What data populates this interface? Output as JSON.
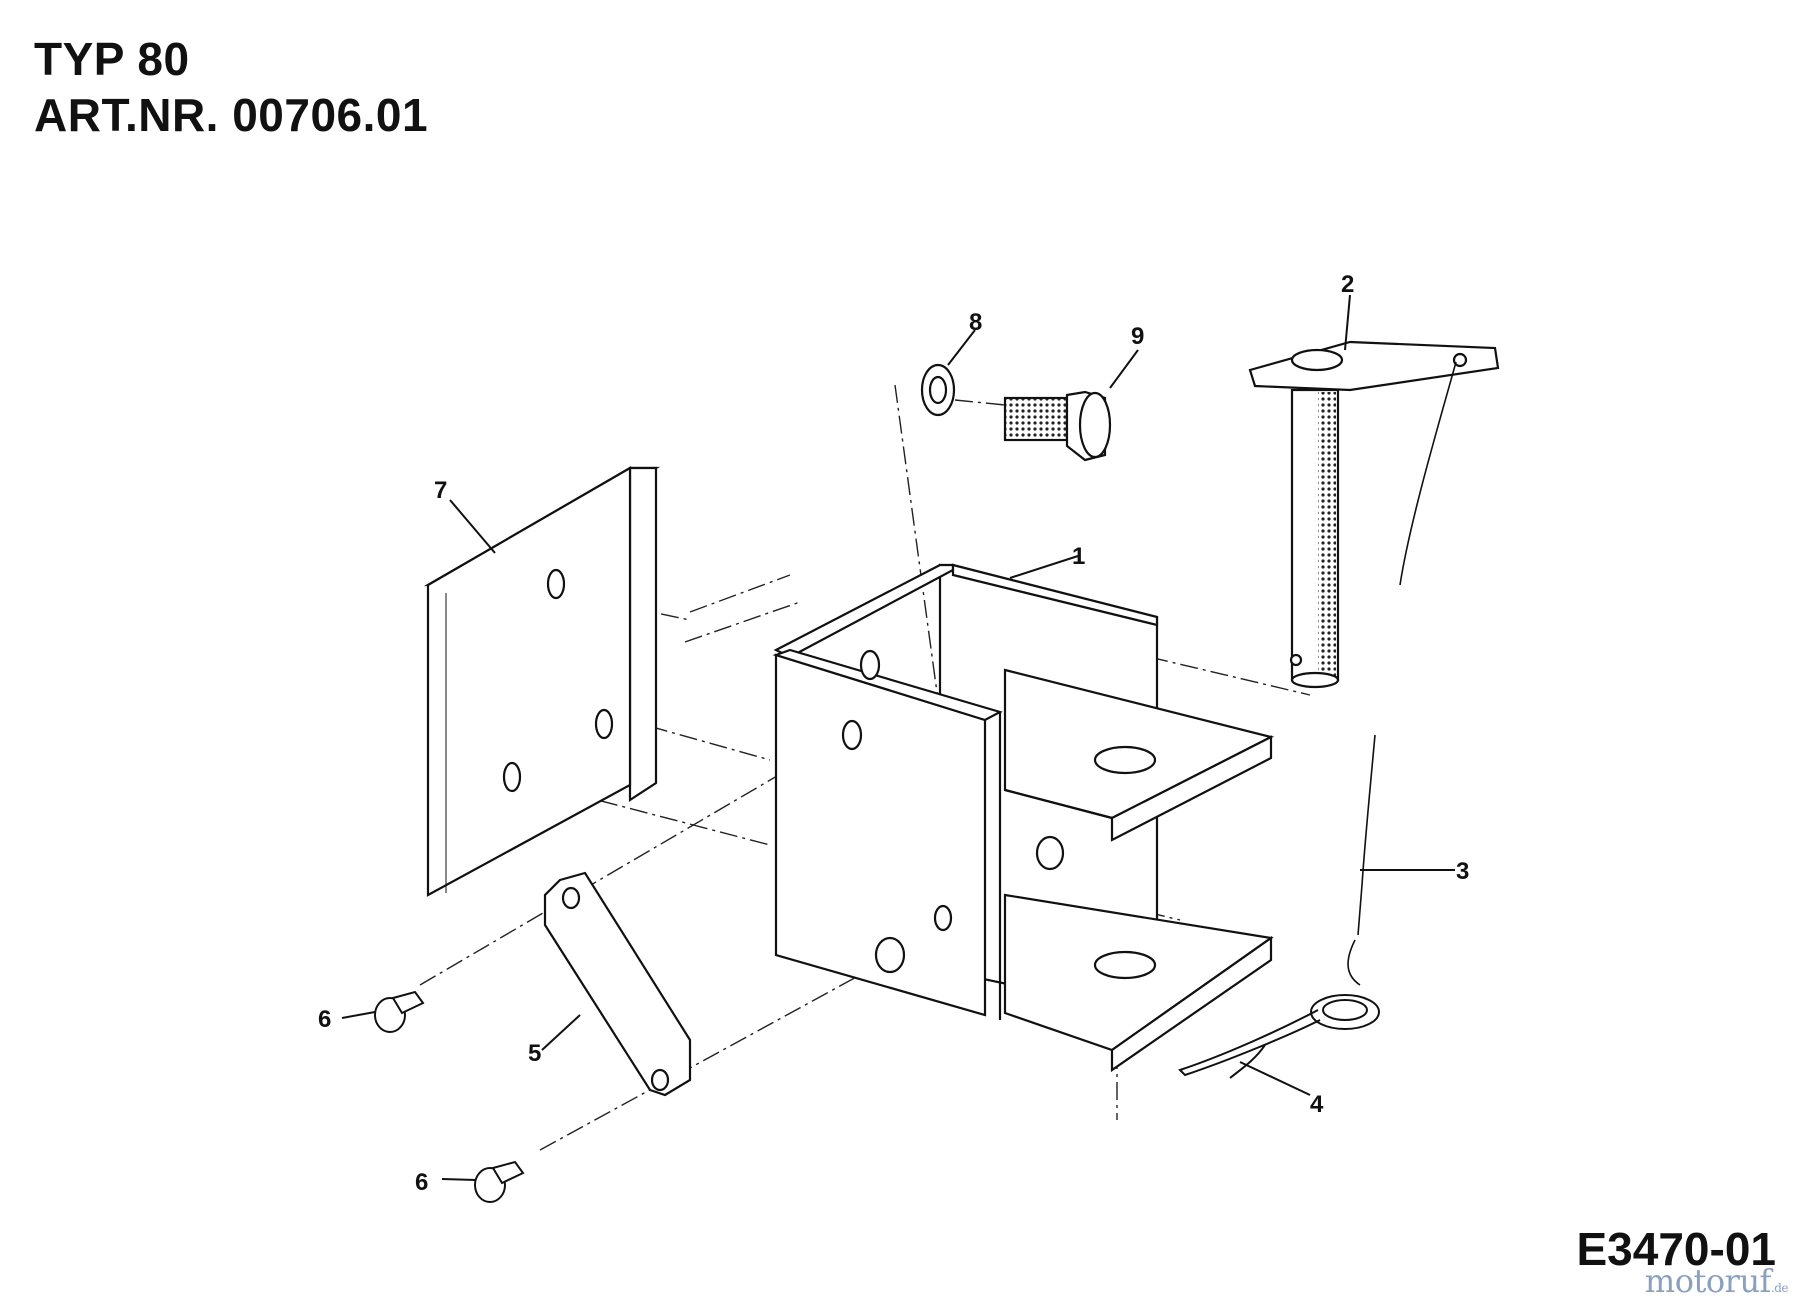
{
  "header": {
    "type_label": "TYP 80",
    "article_label": "ART.NR. 00706.01"
  },
  "drawing_number": "E3470-01",
  "watermark": {
    "name": "motoruf",
    "tld": ".de"
  },
  "callouts": {
    "c1": "1",
    "c2": "2",
    "c3": "3",
    "c4": "4",
    "c5": "5",
    "c6a": "6",
    "c6b": "6",
    "c7": "7",
    "c8": "8",
    "c9": "9"
  },
  "icons": [
    "bracket",
    "pin",
    "lanyard",
    "clip",
    "plate",
    "rivet",
    "pad",
    "washer",
    "bolt"
  ],
  "colors": {
    "line": "#111111",
    "background": "#ffffff",
    "watermark": "#8aa0bf"
  }
}
